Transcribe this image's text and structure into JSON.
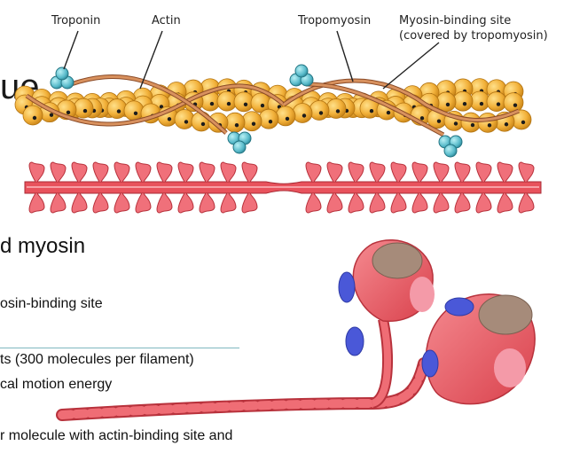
{
  "labels": {
    "troponin": "Troponin",
    "actin": "Actin",
    "tropomyosin": "Tropomyosin",
    "myosin_binding_line1": "Myosin-binding site",
    "myosin_binding_line2": "(covered by tropomyosin)"
  },
  "slide_text": {
    "title_fragment": "ue",
    "heading_fragment": "d myosin",
    "line_1": "osin-binding site",
    "line_2": "ts (300 molecules per filament)",
    "line_3": "cal motion energy",
    "line_4": "r molecule with actin-binding site and"
  },
  "colors": {
    "actin": "#f2b13a",
    "tropomyosin": "#c97a4a",
    "troponin": "#56b9c9",
    "myosin": "#e8525c",
    "myosin_head_tip": "#a68b7a",
    "actin_binding": "#4a58d8"
  }
}
